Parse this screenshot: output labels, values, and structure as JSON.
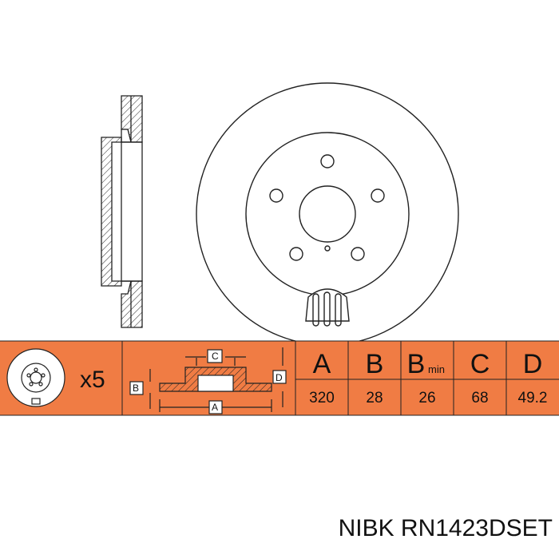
{
  "caption": "NIBK RN1423DSET",
  "quantity": "x5",
  "colors": {
    "band": "#f07c44",
    "line": "#222222"
  },
  "profile_labels": {
    "a": "A",
    "b": "B",
    "c": "C",
    "d": "D"
  },
  "table": {
    "headers": [
      {
        "letter": "A",
        "sub": ""
      },
      {
        "letter": "B",
        "sub": ""
      },
      {
        "letter": "B",
        "sub": "min"
      },
      {
        "letter": "C",
        "sub": ""
      },
      {
        "letter": "D",
        "sub": ""
      }
    ],
    "values": [
      "320",
      "28",
      "26",
      "68",
      "49.2"
    ]
  },
  "icons": [
    "brake-disc-icon",
    "disc-section-icon",
    "disc-profile-icon"
  ]
}
